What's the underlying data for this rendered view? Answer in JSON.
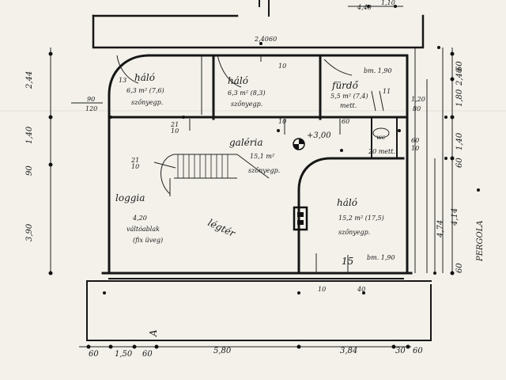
{
  "rooms": {
    "halo1": {
      "name": "háló",
      "area": "6,3 m² (7,6)",
      "floor": "szőnyegp."
    },
    "halo2": {
      "name": "háló",
      "area": "6,3 m² (8,3)",
      "floor": "szőnyegp."
    },
    "furdo": {
      "name": "fürdő",
      "area": "5,5 m² (7,4)",
      "floor": "mett.",
      "height": "bm. 1,90"
    },
    "galeria": {
      "name": "galéria",
      "area": "15,1 m²",
      "floor": "szőnyegp."
    },
    "halo3": {
      "name": "háló",
      "area": "15,2 m² (17,5)",
      "floor": "szőnyegp.",
      "height": "bm. 1,90"
    },
    "loggia": {
      "name": "loggia"
    },
    "legter": {
      "name": "légtér"
    },
    "tolto": {
      "line1": "4,20",
      "line2": "váltóablak",
      "line3": "(fix üveg)"
    }
  },
  "labels": {
    "level": "+3,00",
    "pergola": "PERGOLA",
    "wc": "wc",
    "wc_note": "20 mett.",
    "stair_num": "15",
    "room_num": "13",
    "room_num2": "11",
    "ten": "10"
  },
  "dims": {
    "bottom": [
      "60",
      "1,50",
      "60",
      "5,80",
      "3,84",
      "30",
      "60"
    ],
    "left": [
      "2,44",
      "1,40",
      "90",
      "3,90"
    ],
    "right": [
      "2,40",
      "1,80",
      "60",
      "1,40",
      "60",
      "4,74",
      "4,14",
      "60"
    ],
    "top": [
      "4,40",
      "1,10"
    ],
    "misc": [
      "90",
      "120",
      "21",
      "10",
      "21",
      "10",
      "2,40",
      "60",
      "1,20",
      "80",
      "10",
      "60",
      "40",
      "10",
      "60",
      "10"
    ]
  }
}
